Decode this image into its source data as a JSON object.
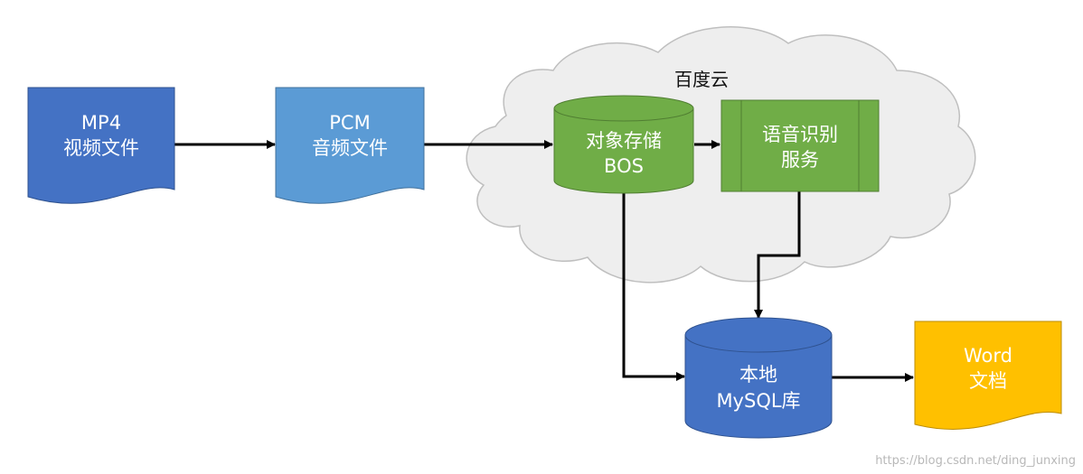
{
  "diagram": {
    "cloud": {
      "label": "百度云"
    },
    "nodes": {
      "mp4": {
        "line1": "MP4",
        "line2": "视频文件"
      },
      "pcm": {
        "line1": "PCM",
        "line2": "音频文件"
      },
      "bos": {
        "line1": "对象存储",
        "line2": "BOS"
      },
      "asr": {
        "line1": "语音识别",
        "line2": "服务"
      },
      "mysql": {
        "line1": "本地",
        "line2": "MySQL库"
      },
      "word": {
        "line1": "Word",
        "line2": "文档"
      }
    },
    "watermark": "https://blog.csdn.net/ding_junxing"
  },
  "colors": {
    "video": "#4472c4",
    "audio": "#5b9bd5",
    "cloud_service": "#70ad47",
    "database": "#4472c4",
    "document": "#ffc000",
    "cloud_fill": "#eeeeee",
    "arrow": "#000000"
  }
}
